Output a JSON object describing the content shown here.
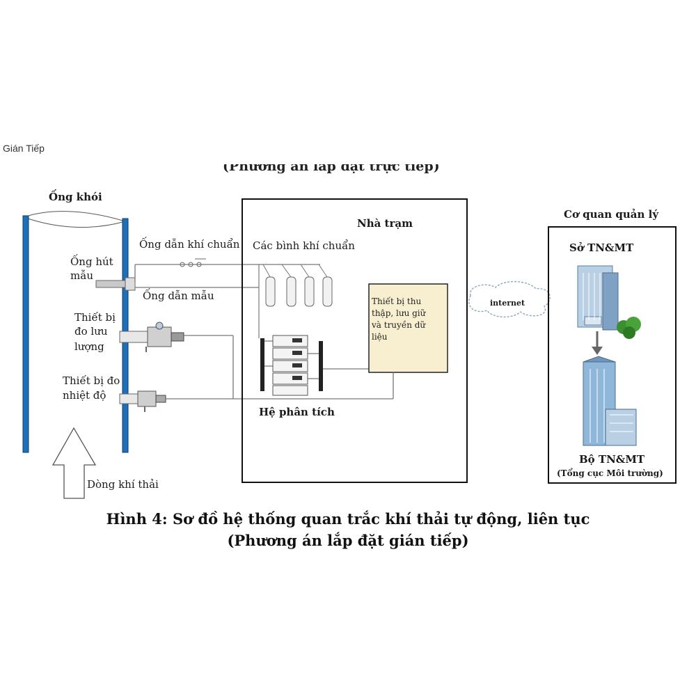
{
  "page_tag": "Gián Tiếp",
  "cutoff_heading": "(Phương án lắp đặt trực tiếp)",
  "labels": {
    "ong_khoi": "Ống khói",
    "ong_hut_mau": [
      "Ống hút",
      "mẫu"
    ],
    "ong_dan_khi_chuan": "Ống dẫn khí chuẩn",
    "ong_dan_mau": "Ống dẫn mẫu",
    "thiet_bi_do_luu_luong": [
      "Thiết bị",
      "đo lưu",
      "lượng"
    ],
    "thiet_bi_do_nhiet_do": [
      "Thiết bị đo",
      "nhiệt độ"
    ],
    "dong_khi_thai": "Dòng khí thải",
    "nha_tram": "Nhà trạm",
    "cac_binh_khi_chuan": "Các bình khí chuẩn",
    "thiet_bi_thu_thap": [
      "Thiết bị thu",
      "thập, lưu giữ",
      "và truyền dữ",
      "liệu"
    ],
    "he_phan_tich": "Hệ phân tích",
    "internet": "internet",
    "co_quan_quan_ly": "Cơ quan quản lý",
    "so_tnmt": "Sở TN&MT",
    "bo_tnmt": "Bộ TN&MT",
    "tong_cuc": "(Tổng cục Môi trường)"
  },
  "caption": {
    "line1": "Hình 4: Sơ đồ hệ thống quan trắc khí thải tự động, liên tục",
    "line2": "(Phương án lắp đặt gián tiếp)"
  },
  "colors": {
    "stack_blue": "#1f6fb8",
    "data_box_fill": "#f7efcf",
    "tree_green": "#3c8f2f",
    "building_blue": "#8fb7d9"
  },
  "icons": [
    "chimney",
    "gas-cylinder",
    "analyzer-rack",
    "cloud",
    "building",
    "tree",
    "arrow-up",
    "arrow-down"
  ]
}
